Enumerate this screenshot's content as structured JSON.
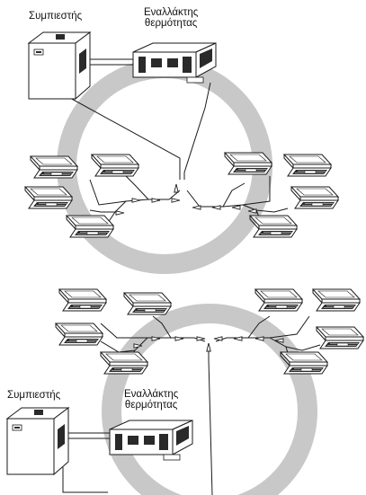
{
  "labels": {
    "top_compressor": "Συμπιεστής",
    "top_exchanger_line1": "Εναλλάκτης",
    "top_exchanger_line2": "θερμότητας",
    "bottom_compressor": "Συμπιεστής",
    "bottom_exchanger_line1": "Εναλλάκτης",
    "bottom_exchanger_line2": "θερμότητας"
  },
  "colors": {
    "ring": "#c8c8c8",
    "line": "#1a1a1a",
    "unit_fill": "#ffffff",
    "dark": "#2a2a2a"
  },
  "icons": [
    "compressor-unit-icon",
    "heat-exchanger-unit-icon",
    "ceiling-cassette-unit-icon",
    "refnet-joint-icon"
  ]
}
